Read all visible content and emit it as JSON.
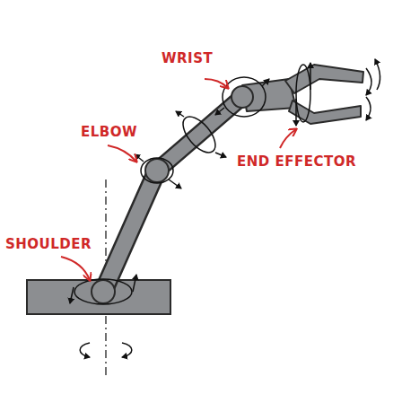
{
  "diagram": {
    "labels": [
      "WRIST",
      "ELBOW",
      "END EFFECTOR",
      "SHOULDER"
    ]
  }
}
